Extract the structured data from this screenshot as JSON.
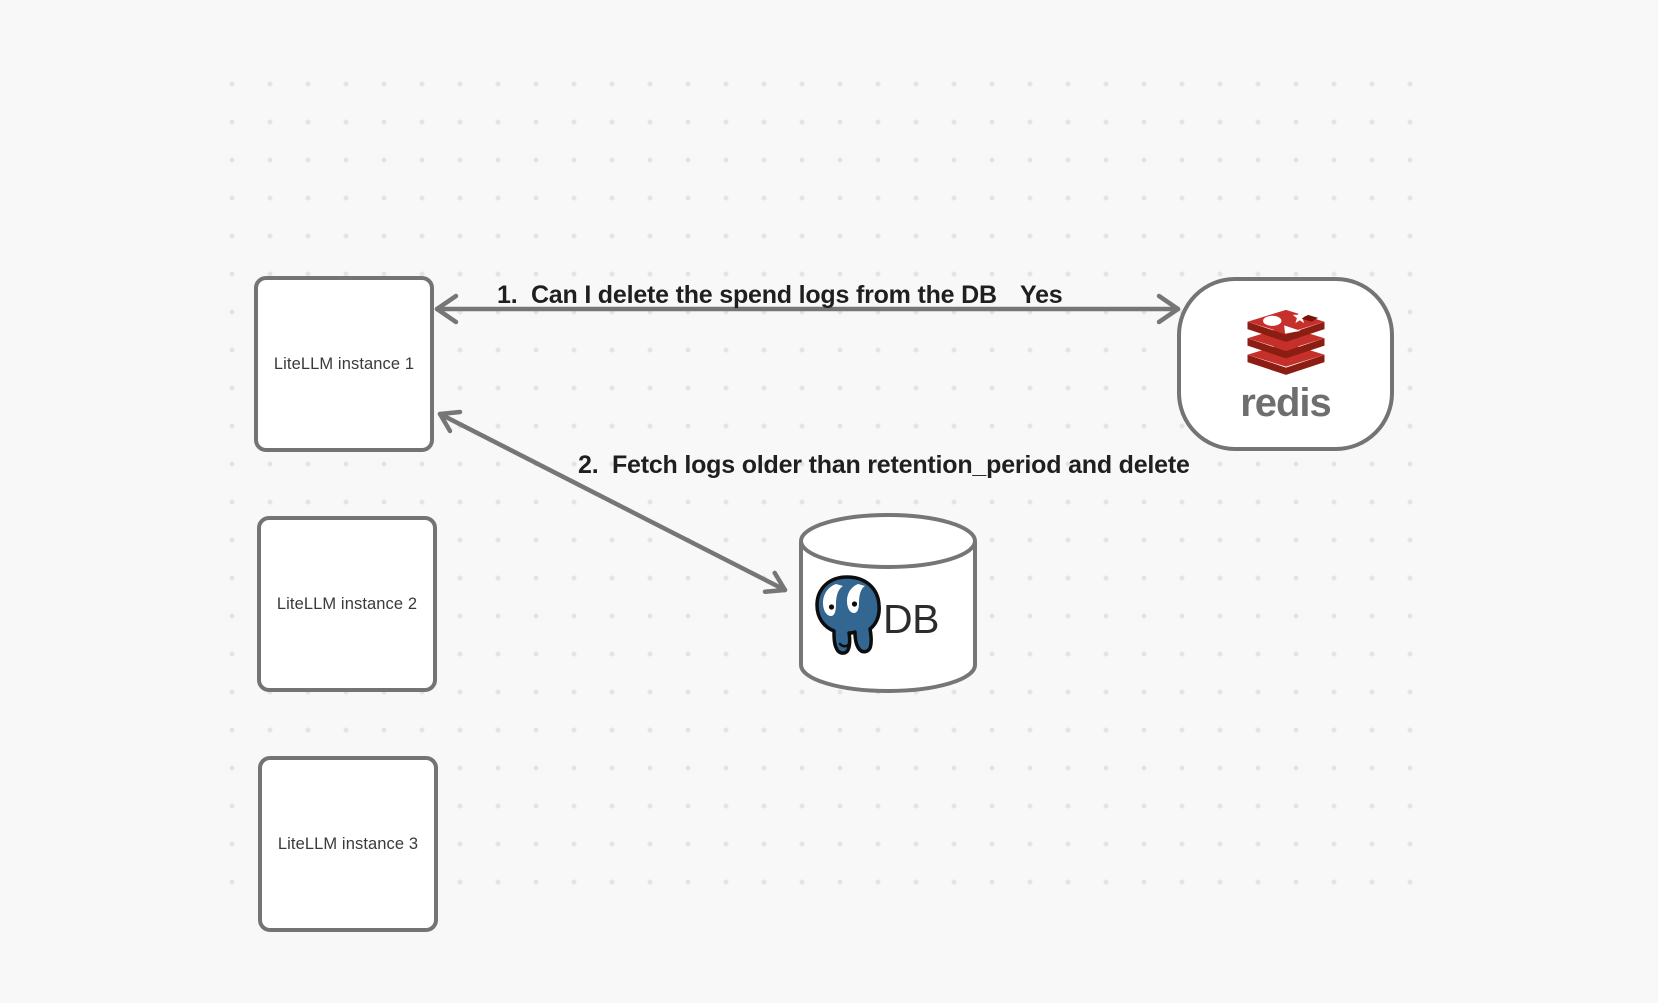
{
  "canvas": {
    "background": "#f8f8f8",
    "dot_color": "#e4e4e4"
  },
  "nodes": {
    "instance1": {
      "label": "LiteLLM instance 1"
    },
    "instance2": {
      "label": "LiteLLM instance 2"
    },
    "instance3": {
      "label": "LiteLLM instance 3"
    },
    "redis": {
      "wordmark": "redis",
      "icon": "redis-stack-icon",
      "brand_red": "#C6302B",
      "brand_red_dark": "#8C1D13",
      "wordmark_color": "#6e6e6e"
    },
    "db": {
      "label": "DB",
      "icon": "postgresql-elephant-icon",
      "postgres_blue": "#336791"
    }
  },
  "arrows": {
    "arrow1": {
      "label": "1.  Can I delete the spend logs from the DB",
      "response": "Yes",
      "from": "LiteLLM instance 1",
      "to": "redis",
      "style": "double-headed"
    },
    "arrow2": {
      "label": "2.  Fetch logs older than retention_period and delete",
      "from": "LiteLLM instance 1",
      "to": "DB",
      "style": "double-headed"
    }
  },
  "colors": {
    "stroke_gray": "#767676",
    "label_text": "#1f1f1f",
    "node_text": "#3a3a3a"
  }
}
